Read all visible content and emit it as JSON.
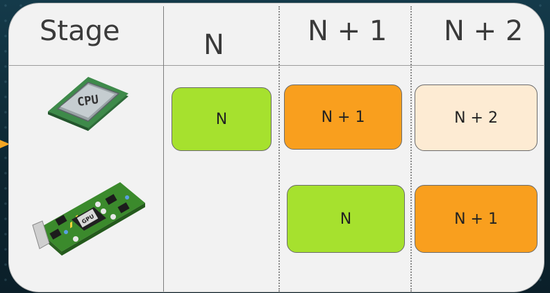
{
  "table": {
    "headers": [
      "Stage",
      "N",
      "N + 1",
      "N + 2"
    ],
    "rows": [
      {
        "icon": "cpu-icon",
        "cells": [
          "N",
          "N + 1",
          "N + 2"
        ]
      },
      {
        "icon": "gpu-card-icon",
        "cells": [
          "",
          "N",
          "N + 1"
        ]
      }
    ]
  },
  "icon_text": {
    "cpu": "CPU",
    "gpu": "GPU"
  },
  "colors": {
    "green": "#a6e12e",
    "orange": "#f99f1e",
    "light_peach": "#fdebd3",
    "arrow": "#f5a623",
    "panel": "#f2f2f2"
  }
}
